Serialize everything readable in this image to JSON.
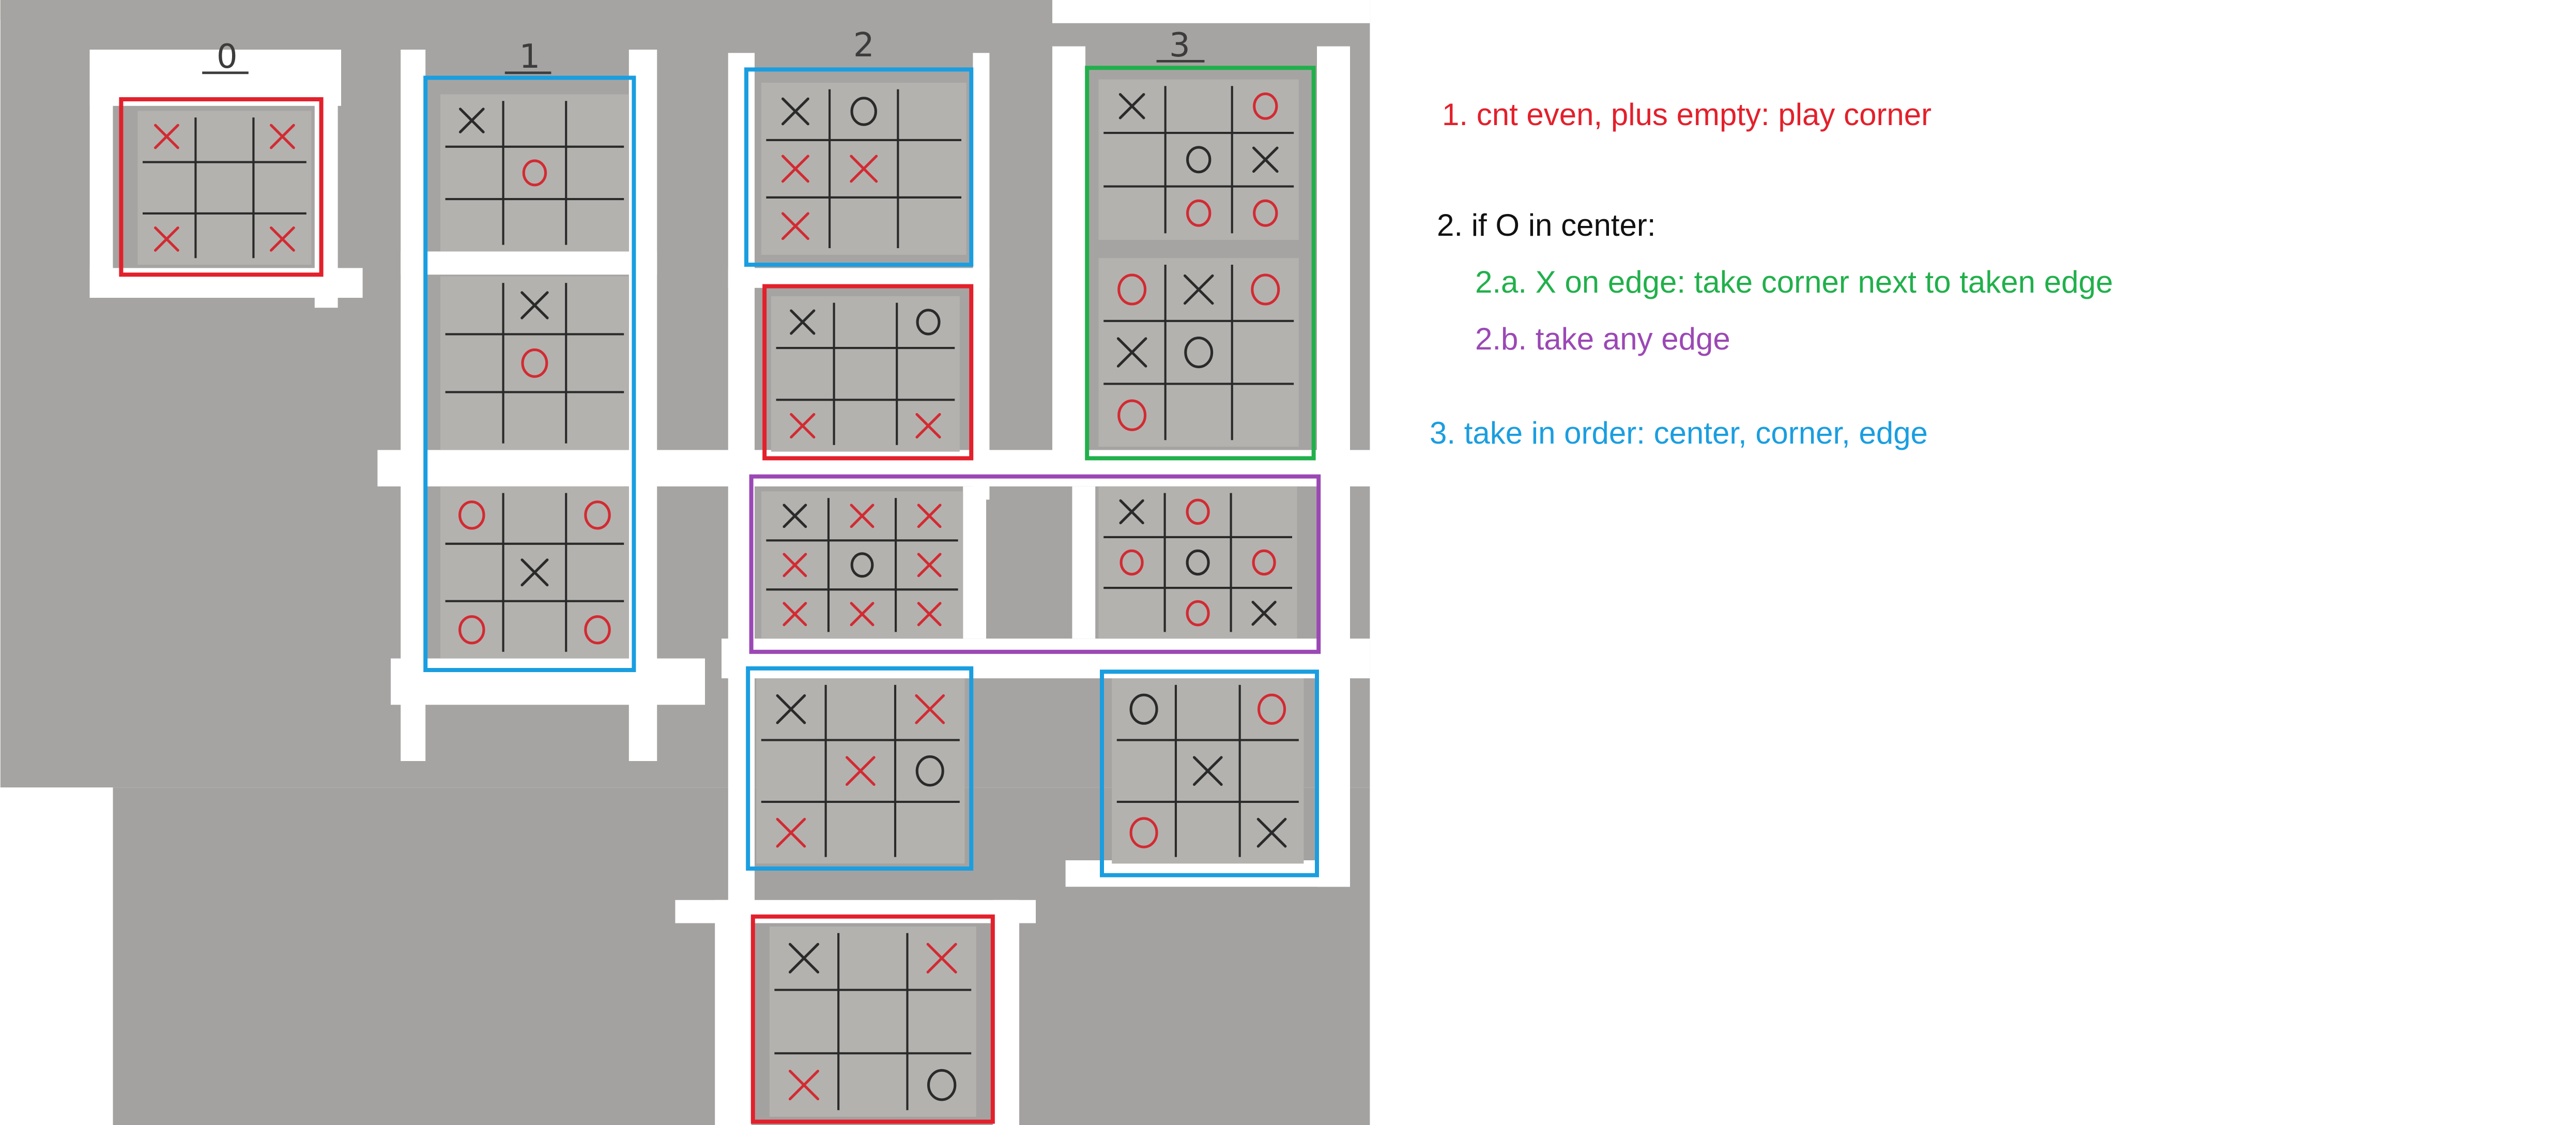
{
  "colors": {
    "red": "#e3202b",
    "blue": "#1a9ee0",
    "green": "#21b04b",
    "purple": "#9b48b5",
    "black": "#111111",
    "ink_x_black": "#2a2a2a",
    "ink_red": "#d32a32",
    "paper_gray": "#a6a4a2",
    "cell_gray": "#b4b2af"
  },
  "column_headers": [
    "0",
    "1",
    "2",
    "3"
  ],
  "rules": {
    "rule1": "1. cnt even, plus empty: play corner",
    "rule2": "2. if O in center:",
    "rule2a": "2.a.   X on edge: take corner next to taken edge",
    "rule2b": "2.b.    take any edge",
    "rule3": "3. take in order: center, corner, edge"
  },
  "boards": [
    {
      "id": "c0-1",
      "cells": [
        "rx",
        "",
        "rx",
        "",
        "",
        "",
        "rx",
        "",
        "rx"
      ]
    },
    {
      "id": "c1-1",
      "cells": [
        "kx",
        "",
        "",
        "",
        "ro",
        "",
        "",
        "",
        ""
      ]
    },
    {
      "id": "c1-2",
      "cells": [
        "",
        "kx",
        "",
        "",
        "ro",
        "",
        "",
        "",
        ""
      ]
    },
    {
      "id": "c1-3",
      "cells": [
        "ro",
        "",
        "ro",
        "",
        "kx",
        "",
        "ro",
        "",
        "ro"
      ]
    },
    {
      "id": "c2-1",
      "cells": [
        "kx",
        "ko",
        "",
        "rx",
        "rx",
        "",
        "rx",
        "",
        ""
      ]
    },
    {
      "id": "c2-2",
      "cells": [
        "kx",
        "",
        "ko",
        "",
        "",
        "",
        "rx",
        "",
        "rx"
      ]
    },
    {
      "id": "c2-3",
      "cells": [
        "kx",
        "rx",
        "rx",
        "rx",
        "ko",
        "rx",
        "rx",
        "rx",
        "rx"
      ]
    },
    {
      "id": "c2-4",
      "cells": [
        "kx",
        "",
        "rx",
        "",
        "rx",
        "ko",
        "rx",
        "",
        ""
      ]
    },
    {
      "id": "c2-5",
      "cells": [
        "kx",
        "",
        "rx",
        "",
        "",
        "",
        "rx",
        "",
        "ko"
      ]
    },
    {
      "id": "c3-1",
      "cells": [
        "kx",
        "",
        "ro",
        "",
        "ko",
        "kx",
        "",
        "ro",
        "ro"
      ]
    },
    {
      "id": "c3-2",
      "cells": [
        "ro",
        "kx",
        "ro",
        "kx",
        "ko",
        "",
        "ro",
        "",
        ""
      ]
    },
    {
      "id": "c3-3",
      "cells": [
        "kx",
        "ro",
        "",
        "ro",
        "ko",
        "ro",
        "",
        "ro",
        "kx"
      ]
    },
    {
      "id": "c3-4",
      "cells": [
        "ko",
        "",
        "ro",
        "",
        "kx",
        "",
        "ro",
        "",
        "kx"
      ]
    }
  ]
}
